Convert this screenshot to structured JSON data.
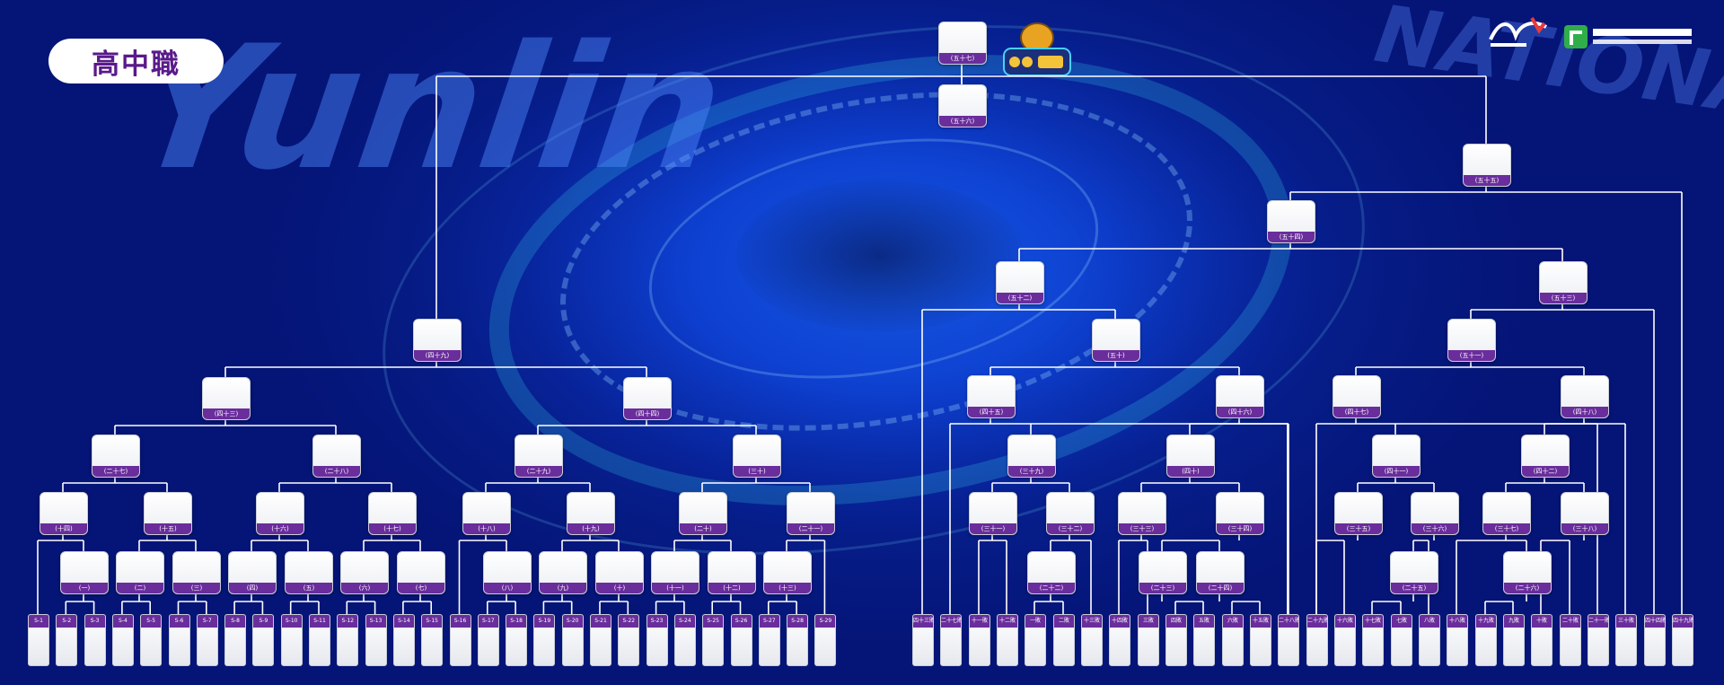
{
  "page_title": "高中職",
  "watermarks": {
    "main": "Yunlin",
    "corner": "NATIONAL"
  },
  "logos": {
    "event": "event-logo",
    "sponsor1": "sponsor-logo",
    "sponsor2": "foundation-logo"
  },
  "rounds": {
    "final": "(五十七)",
    "final_sub": "(五十六)",
    "r55": "(五十五)",
    "r54": "(五十四)",
    "r52": "(五十二)",
    "r53": "(五十三)",
    "r49": "(四十九)",
    "r50": "(五十)",
    "r51": "(五十一)",
    "r43": "(四十三)",
    "r44": "(四十四)",
    "r45": "(四十五)",
    "r46": "(四十六)",
    "r47": "(四十七)",
    "r48": "(四十八)",
    "r27": "(二十七)",
    "r28": "(二十八)",
    "r29": "(二十九)",
    "r30": "(三十)",
    "r39": "(三十九)",
    "r40": "(四十)",
    "r41": "(四十一)",
    "r42": "(四十二)",
    "r14": "(十四)",
    "r15": "(十五)",
    "r16": "(十六)",
    "r17": "(十七)",
    "r18": "(十八)",
    "r19": "(十九)",
    "r20": "(二十)",
    "r21": "(二十一)",
    "r31": "(三十一)",
    "r32": "(三十二)",
    "r33": "(三十三)",
    "r34": "(三十四)",
    "r35": "(三十五)",
    "r36": "(三十六)",
    "r37": "(三十七)",
    "r38": "(三十八)",
    "r1": "(一)",
    "r2": "(二)",
    "r3": "(三)",
    "r4": "(四)",
    "r5": "(五)",
    "r6": "(六)",
    "r7": "(七)",
    "r8": "(八)",
    "r9": "(九)",
    "r10": "(十)",
    "r11": "(十一)",
    "r12": "(十二)",
    "r13": "(十三)",
    "r22": "(二十二)",
    "r23": "(二十三)",
    "r24": "(二十四)",
    "r25": "(二十五)",
    "r26": "(二十六)"
  },
  "left_slots": [
    "S-1",
    "S-2",
    "S-3",
    "S-4",
    "S-5",
    "S-6",
    "S-7",
    "S-8",
    "S-9",
    "S-10",
    "S-11",
    "S-12",
    "S-13",
    "S-14",
    "S-15",
    "S-16",
    "S-17",
    "S-18",
    "S-19",
    "S-20",
    "S-21",
    "S-22",
    "S-23",
    "S-24",
    "S-25",
    "S-26",
    "S-27",
    "S-28",
    "S-29"
  ],
  "right_slots": [
    "四十三敗",
    "二十七敗",
    "十一敗",
    "十二敗",
    "一敗",
    "二敗",
    "十三敗",
    "十四敗",
    "三敗",
    "四敗",
    "五敗",
    "六敗",
    "十五敗",
    "二十八敗",
    "二十九敗",
    "十六敗",
    "十七敗",
    "七敗",
    "八敗",
    "十八敗",
    "十九敗",
    "九敗",
    "十敗",
    "二十敗",
    "二十一敗",
    "三十敗",
    "四十四敗",
    "四十九敗"
  ]
}
